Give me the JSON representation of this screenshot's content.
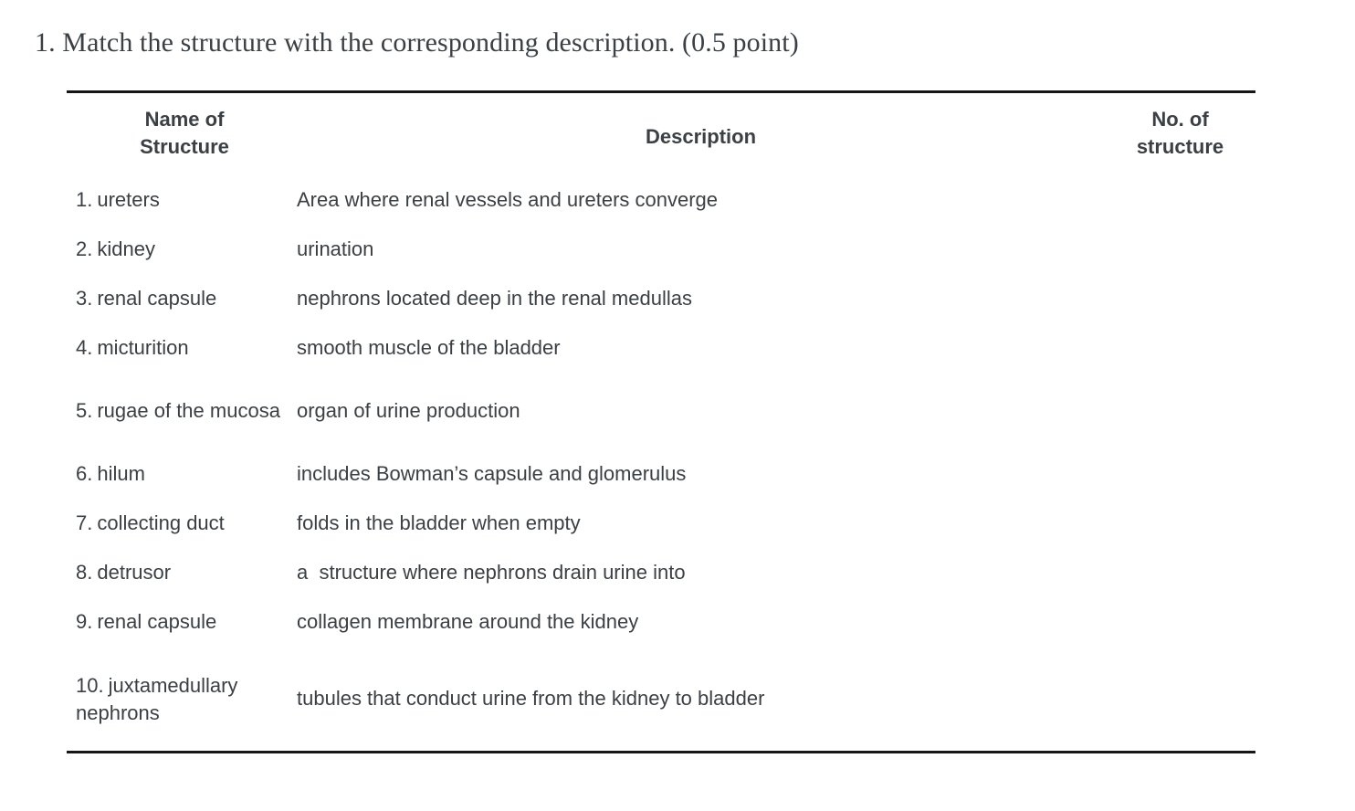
{
  "question": {
    "number": "1.",
    "text": "1. Match the structure with the corresponding description. (0.5 point)",
    "points": "0.5 point"
  },
  "table": {
    "headers": {
      "name": "Name of\nStructure",
      "name_line1": "Name of",
      "name_line2": "Structure",
      "description": "Description",
      "number": "No. of\nstructure",
      "number_line1": "No. of",
      "number_line2": "structure"
    },
    "rows": [
      {
        "index": "1.",
        "name": "ureters",
        "description": "Area where renal vessels and ureters converge",
        "answer": ""
      },
      {
        "index": "2.",
        "name": "kidney",
        "description": "urination",
        "answer": ""
      },
      {
        "index": "3.",
        "name": "renal capsule",
        "description": "nephrons located deep in the renal medullas",
        "answer": ""
      },
      {
        "index": "4.",
        "name": "micturition",
        "description": "smooth muscle of the bladder",
        "answer": ""
      },
      {
        "index": "5.",
        "name": "rugae of the mucosa",
        "description": "organ of urine production",
        "answer": ""
      },
      {
        "index": "6.",
        "name": "hilum",
        "description": "includes Bowman’s capsule and glomerulus",
        "answer": ""
      },
      {
        "index": "7.",
        "name": "collecting duct",
        "description": "folds in the bladder when empty",
        "answer": ""
      },
      {
        "index": "8.",
        "name": "detrusor",
        "description": "a  structure where nephrons drain urine into",
        "answer": ""
      },
      {
        "index": "9.",
        "name": "renal capsule",
        "description": "collagen membrane around the kidney",
        "answer": ""
      },
      {
        "index": "10.",
        "name": "juxtamedullary nephrons",
        "description": "tubules that conduct urine from the kidney to bladder",
        "answer": ""
      }
    ]
  },
  "colors": {
    "text": "#3b4045",
    "rule": "#161616",
    "background": "#ffffff"
  }
}
